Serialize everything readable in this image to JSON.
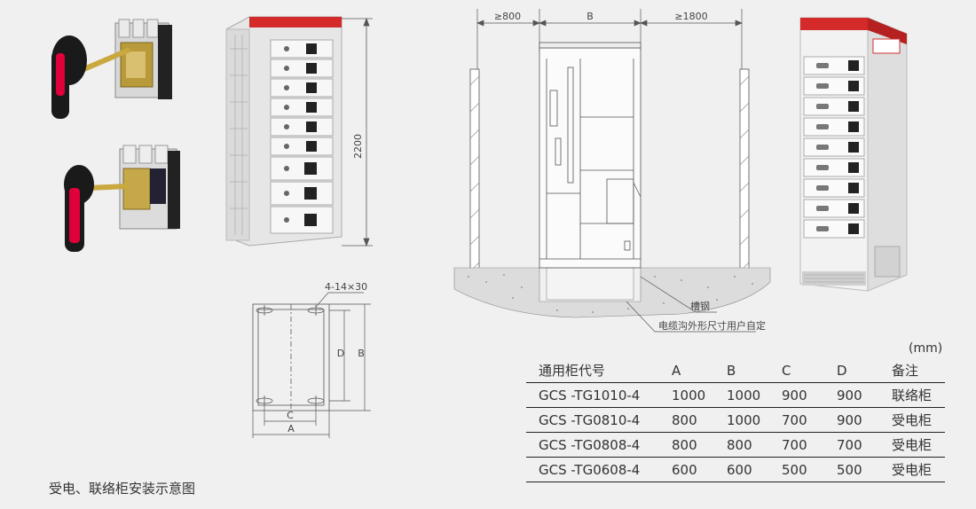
{
  "caption": "受电、联络柜安装示意图",
  "unit": "(mm)",
  "cabinet_front": {
    "height_label": "2200"
  },
  "mount_diagram": {
    "hole_label": "4-14×30",
    "label_a": "A",
    "label_b": "B",
    "label_c": "C",
    "label_d": "D"
  },
  "side_section": {
    "front_clearance": "≥800",
    "depth_label": "B",
    "rear_clearance": "≥1800",
    "callout_channel": "槽钢",
    "callout_trench": "电缆沟外形尺寸用户自定"
  },
  "table": {
    "headers": [
      "通用柜代号",
      "A",
      "B",
      "C",
      "D",
      "备注"
    ],
    "rows": [
      [
        "GCS -TG1010-4",
        "1000",
        "1000",
        "900",
        "900",
        "联络柜"
      ],
      [
        "GCS -TG0810-4",
        "800",
        "1000",
        "700",
        "900",
        "受电柜"
      ],
      [
        "GCS -TG0808-4",
        "800",
        "800",
        "700",
        "700",
        "受电柜"
      ],
      [
        "GCS -TG0608-4",
        "600",
        "600",
        "500",
        "500",
        "受电柜"
      ]
    ]
  },
  "colors": {
    "background": "#f0f0f0",
    "brand_red": "#d42a2a",
    "handle_red": "#e0003a",
    "line": "#555555"
  }
}
